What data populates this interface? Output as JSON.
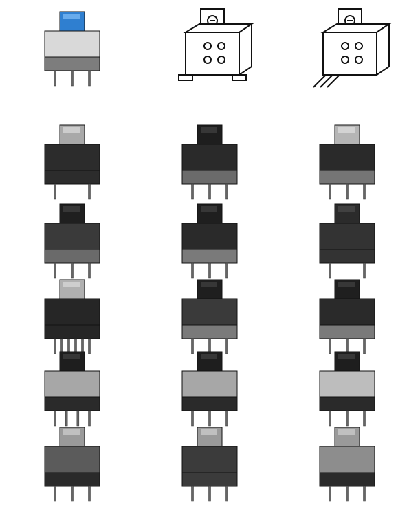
{
  "catalog": {
    "columns": 3,
    "rows": 6,
    "items": [
      {
        "style": "photo",
        "cap": "#2f7fd0",
        "capAccent": "#6fb0ee",
        "body": "#d9d9d9",
        "base": "#7d7d7d",
        "pins": 3
      },
      {
        "style": "outline",
        "pins": "smd"
      },
      {
        "style": "outline",
        "pins": "tht"
      },
      {
        "style": "photo",
        "cap": "#a9a9a9",
        "capAccent": "#d0d0d0",
        "body": "#2c2c2c",
        "base": "#2c2c2c",
        "pins": 2
      },
      {
        "style": "photo",
        "cap": "#1e1e1e",
        "capAccent": "#3a3a3a",
        "body": "#2a2a2a",
        "base": "#6b6b6b",
        "pins": 3
      },
      {
        "style": "photo",
        "cap": "#b5b5b5",
        "capAccent": "#d6d6d6",
        "body": "#2a2a2a",
        "base": "#757575",
        "pins": 3
      },
      {
        "style": "photo",
        "cap": "#1f1f1f",
        "capAccent": "#3a3a3a",
        "body": "#3a3a3a",
        "base": "#6a6a6a",
        "pins": 3
      },
      {
        "style": "photo",
        "cap": "#1f1f1f",
        "capAccent": "#3a3a3a",
        "body": "#2a2a2a",
        "base": "#7a7a7a",
        "pins": 3
      },
      {
        "style": "photo",
        "cap": "#2b2b2b",
        "capAccent": "#444444",
        "body": "#333333",
        "base": "#333333",
        "pins": 2
      },
      {
        "style": "photo",
        "cap": "#b0b0b0",
        "capAccent": "#d2d2d2",
        "body": "#262626",
        "base": "#262626",
        "pins": 6
      },
      {
        "style": "photo",
        "cap": "#1f1f1f",
        "capAccent": "#3a3a3a",
        "body": "#3a3a3a",
        "base": "#7a7a7a",
        "pins": 3
      },
      {
        "style": "photo",
        "cap": "#1f1f1f",
        "capAccent": "#3a3a3a",
        "body": "#2a2a2a",
        "base": "#7a7a7a",
        "pins": 3
      },
      {
        "style": "photo",
        "cap": "#1e1e1e",
        "capAccent": "#3a3a3a",
        "body": "#a7a7a7",
        "base": "#2a2a2a",
        "pins": 4
      },
      {
        "style": "photo",
        "cap": "#1e1e1e",
        "capAccent": "#3a3a3a",
        "body": "#a7a7a7",
        "base": "#2a2a2a",
        "pins": 3
      },
      {
        "style": "photo",
        "cap": "#1e1e1e",
        "capAccent": "#3a3a3a",
        "body": "#bdbdbd",
        "base": "#2a2a2a",
        "pins": 3
      },
      {
        "style": "photo",
        "cap": "#9a9a9a",
        "capAccent": "#c4c4c4",
        "body": "#5b5b5b",
        "base": "#2a2a2a",
        "pins": 3
      },
      {
        "style": "photo",
        "cap": "#9a9a9a",
        "capAccent": "#c4c4c4",
        "body": "#3b3b3b",
        "base": "#3b3b3b",
        "pins": 3
      },
      {
        "style": "photo",
        "cap": "#9a9a9a",
        "capAccent": "#c4c4c4",
        "body": "#8d8d8d",
        "base": "#2a2a2a",
        "pins": 3
      }
    ]
  }
}
